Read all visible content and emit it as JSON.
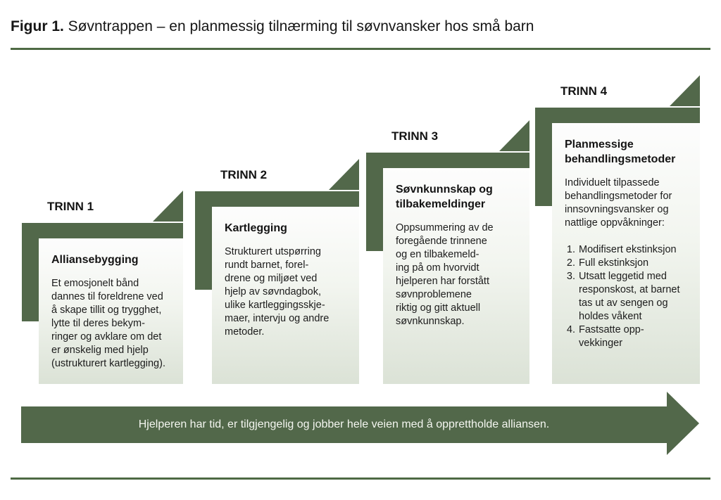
{
  "title": {
    "prefix": "Figur 1.",
    "rest": " Søvntrappen – en planmessig tilnærming til søvnvansker hos små barn"
  },
  "colors": {
    "accent_green": "#52684a",
    "rule_green": "#4e6a44",
    "box_gradient_top": "#fdfdfd",
    "box_gradient_bottom": "#dbe2d6",
    "arrow_text": "#f4f6f0",
    "body_text": "#1c1c1c"
  },
  "steps": [
    {
      "label": "TRINN 1",
      "heading": "Alliansebygging",
      "body": "Et emosjonelt bånd\ndannes til foreldrene ved\nå skape tillit og trygghet,\nlytte til deres bekym-\nringer og avklare om det\ner ønskelig med hjelp\n(ustrukturert kartlegging)."
    },
    {
      "label": "TRINN 2",
      "heading": "Kartlegging",
      "body": "Strukturert utspørring\nrundt barnet, forel-\ndrene og miljøet ved\nhjelp av søvndagbok,\nulike kartleggingsskje-\nmaer, intervju og andre\nmetoder."
    },
    {
      "label": "TRINN 3",
      "heading": "Søvnkunnskap og\ntilbakemeldinger",
      "body": "Oppsummering av de\nforegående trinnene\nog en tilbakemeld-\ning på om hvorvidt\nhjelperen har forstått\nsøvnproblemene\nriktig og gitt aktuell\nsøvnkunnskap."
    },
    {
      "label": "TRINN 4",
      "heading": "Planmessige\nbehandlingsmetoder",
      "body": "Individuelt tilpassede\nbehandlingsmetoder for\ninnsovningsvansker og\nnattlige oppvåkninger:",
      "list": [
        "Modifisert ekstinksjon",
        "Full ekstinksjon",
        "Utsatt leggetid med\nresponskost, at barnet\ntas ut av sengen og\nholdes våkent",
        "Fastsatte opp-\nvekkinger"
      ]
    }
  ],
  "arrow": {
    "text": "Hjelperen har tid, er tilgjengelig og jobber hele veien med å opprettholde alliansen."
  }
}
